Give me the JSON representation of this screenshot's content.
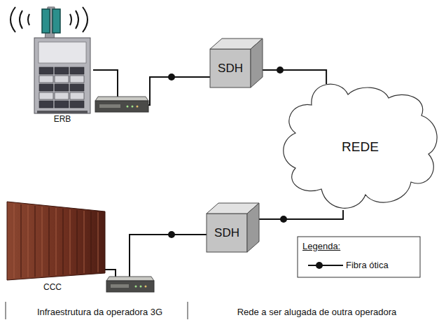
{
  "diagram": {
    "nodes": [
      {
        "text": [
          "ERB"
        ]
      },
      {
        "text": [
          "SDH"
        ]
      },
      {
        "text": [
          "REDE"
        ]
      },
      {
        "text": [
          "SDH"
        ]
      },
      {
        "text": [
          "CCC"
        ]
      }
    ],
    "edges": [
      {
        "from": 0,
        "to": 1,
        "arrow": "none"
      },
      {
        "from": 1,
        "to": 2,
        "arrow": "none"
      },
      {
        "from": 2,
        "to": 3,
        "arrow": "none"
      },
      {
        "from": 3,
        "to": 4,
        "arrow": "none"
      }
    ],
    "labels": [
      "Legenda:",
      "Infraestrutura da operadora 3G",
      "Rede a ser alugada de outra operadora"
    ],
    "legend": [
      {
        "text": "Fibra ótica"
      }
    ]
  }
}
